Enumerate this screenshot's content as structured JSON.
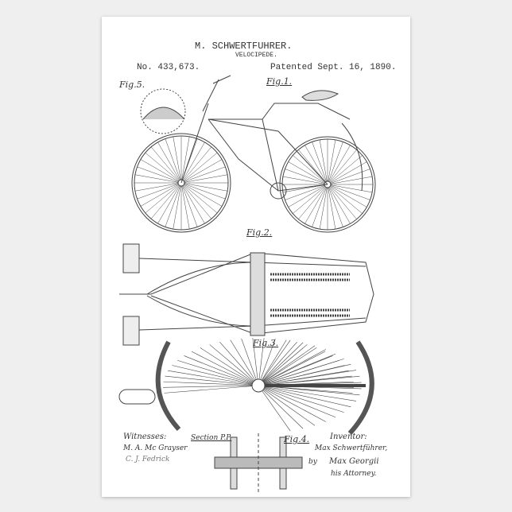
{
  "header": {
    "inventor_name": "M. SCHWERTFUHRER.",
    "title": "VELOCIPEDE.",
    "patent_number": "No. 433,673.",
    "patent_date": "Patented Sept. 16, 1890."
  },
  "figures": {
    "fig1": "Fig.1.",
    "fig2": "Fig.2.",
    "fig3": "Fig.3.",
    "fig4": "Fig.4.",
    "fig5": "Fig.5.",
    "section": "Section P.P."
  },
  "footer": {
    "witnesses_label": "Witnesses:",
    "witness_1": "M. A. Mc Grayser",
    "witness_2": "C. J. Fedrick",
    "inventor_label": "Inventor:",
    "inventor_signature": "Max Schwertführer,",
    "by": "by",
    "attorney_signature": "Max Georgii",
    "attorney_label": "his Attorney."
  },
  "colors": {
    "ink": "#333333",
    "paper": "#ffffff",
    "background": "#efefef"
  }
}
